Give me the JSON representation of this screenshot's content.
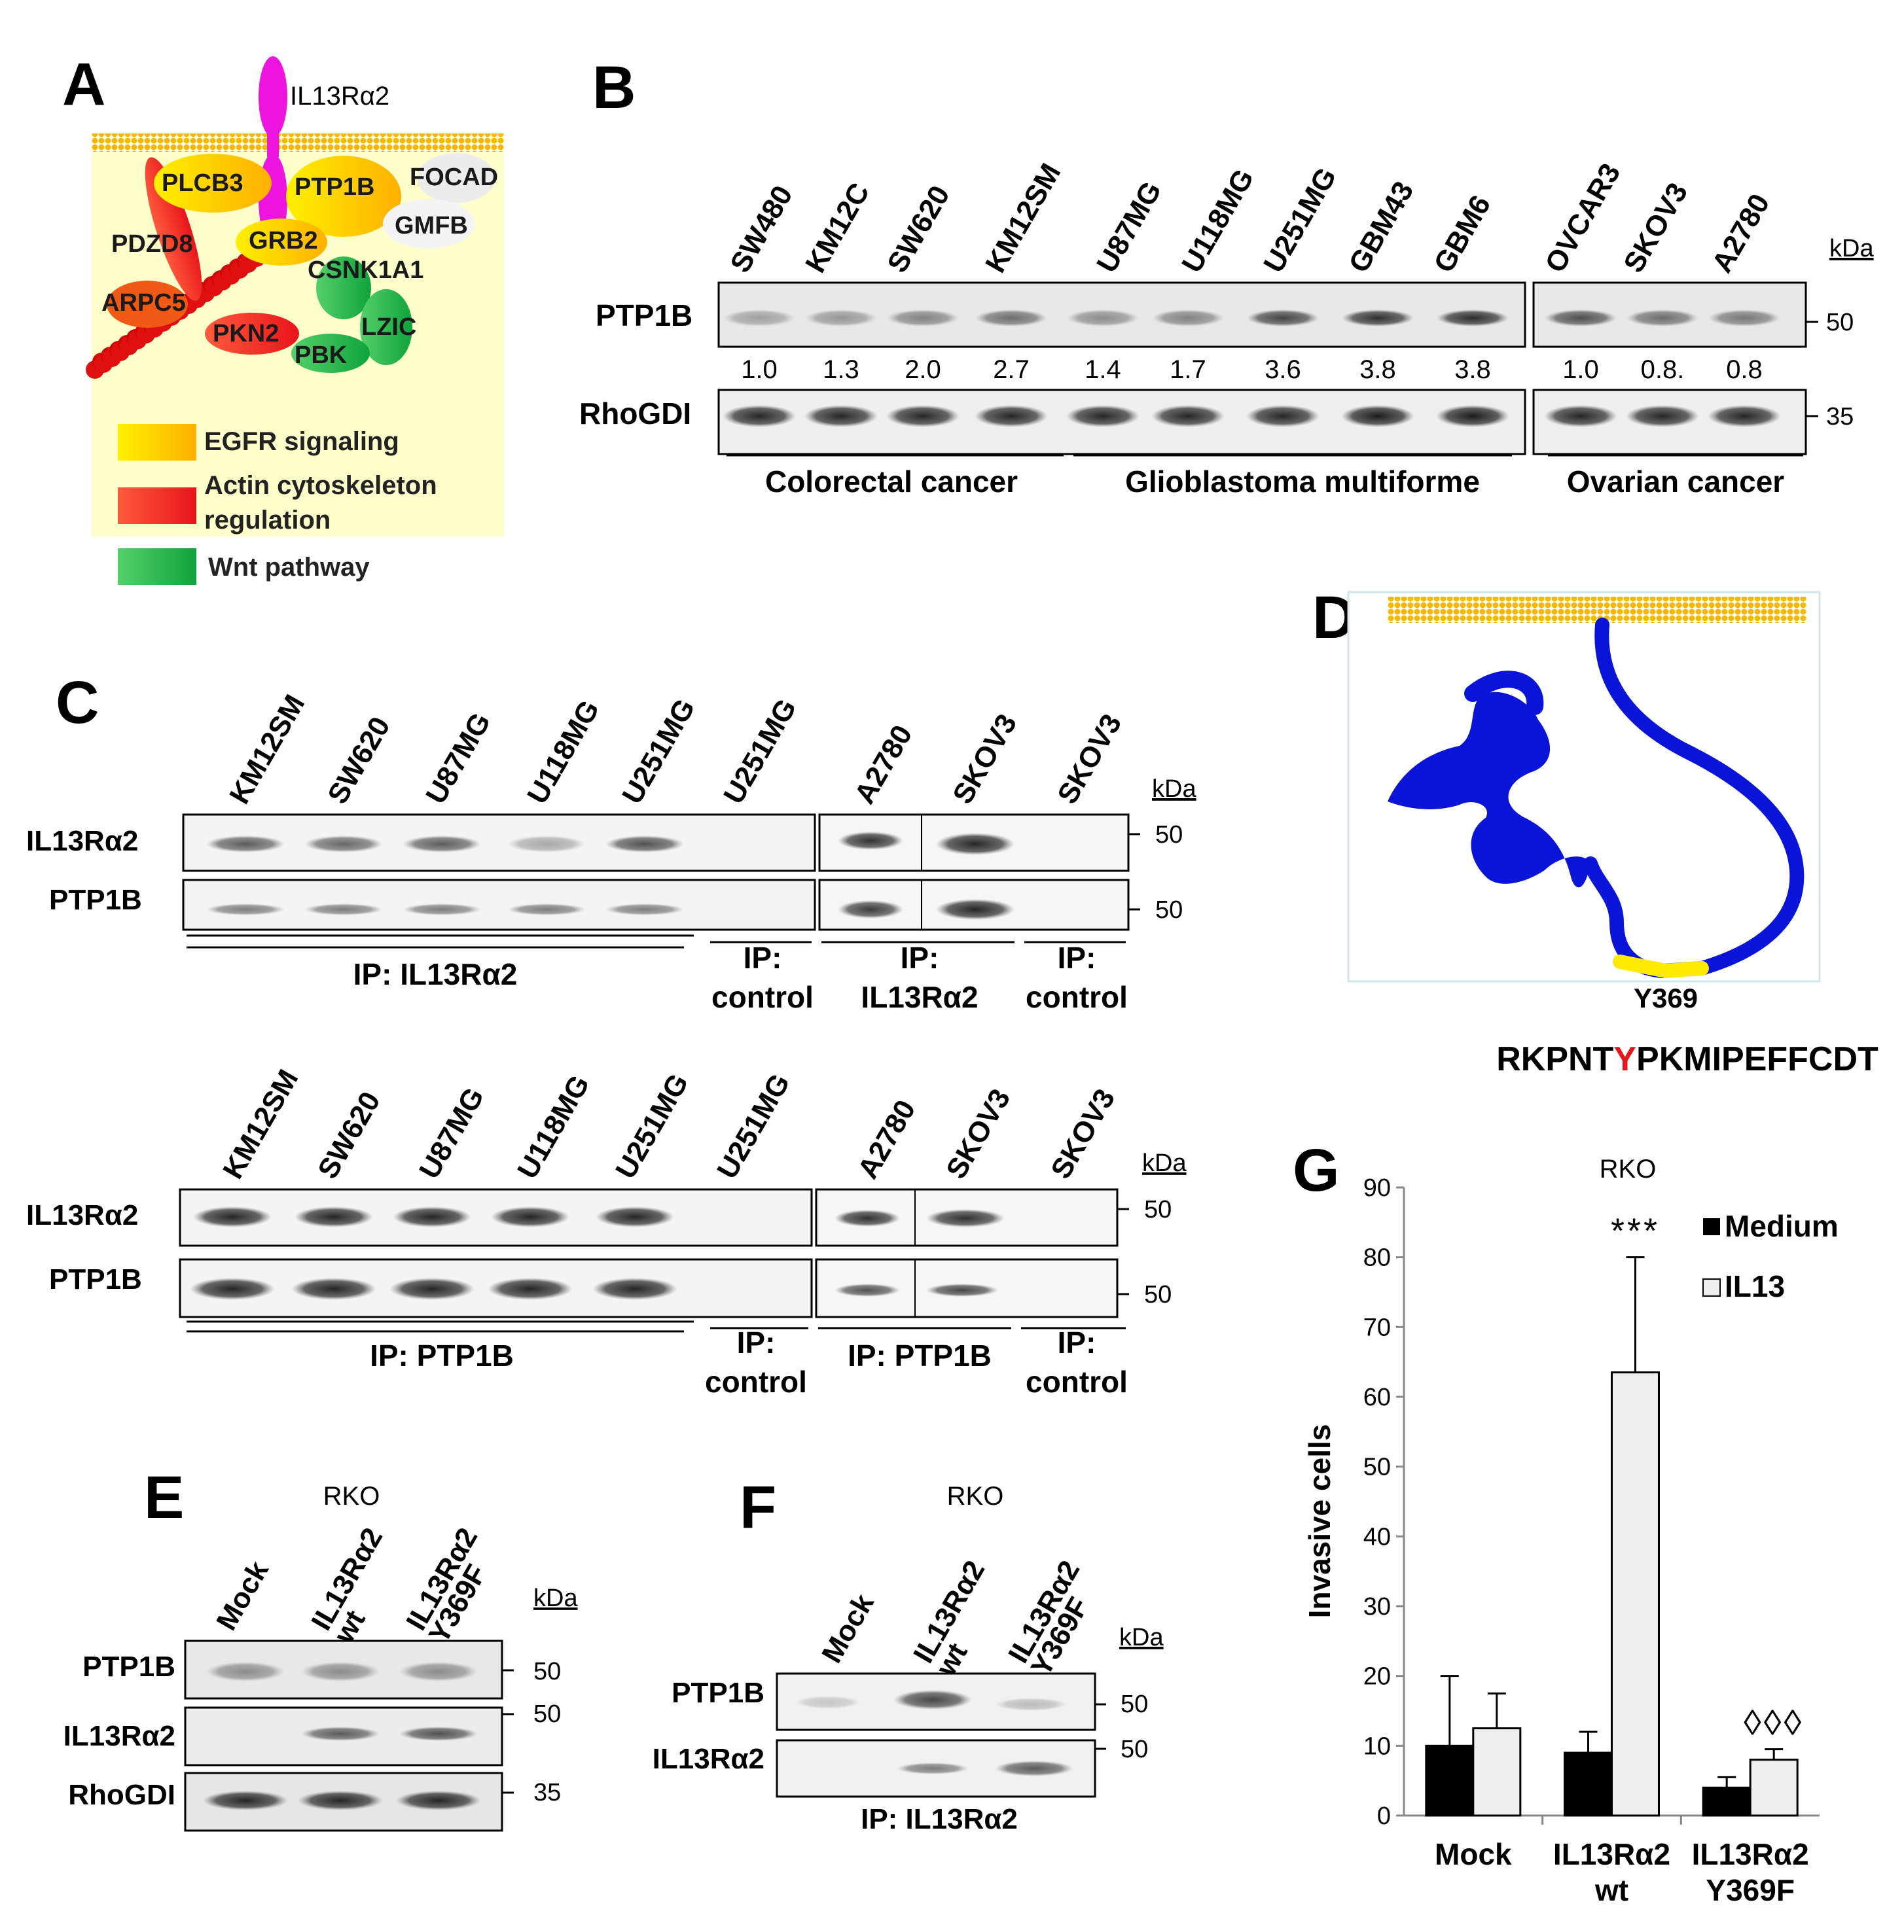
{
  "panels": {
    "A": {
      "letter": "A",
      "receptor": "IL13Rα2",
      "proteins": [
        "PLCB3",
        "PTP1B",
        "FOCAD",
        "GMFB",
        "PDZD8",
        "GRB2",
        "CSNK1A1",
        "ARPC5",
        "PKN2",
        "PBK",
        "LZIC"
      ],
      "legend": [
        {
          "label": "EGFR signaling",
          "color": "#ffd600"
        },
        {
          "label": "Actin cytoskeleton",
          "label2": "regulation",
          "color": "#f03a23"
        },
        {
          "label": "Wnt pathway",
          "color": "#1fb14c"
        }
      ]
    },
    "B": {
      "letter": "B",
      "lanes": [
        "SW480",
        "KM12C",
        "SW620",
        "KM12SM",
        "U87MG",
        "U118MG",
        "U251MG",
        "GBM43",
        "GBM6",
        "OVCAR3",
        "SKOV3",
        "A2780"
      ],
      "kda": "kDa",
      "rows": [
        {
          "label": "PTP1B",
          "marker": "50"
        },
        {
          "label": "RhoGDI",
          "marker": "35"
        }
      ],
      "quant": [
        "1.0",
        "1.3",
        "2.0",
        "2.7",
        "1.4",
        "1.7",
        "3.6",
        "3.8",
        "3.8",
        "1.0",
        "0.8.",
        "0.8"
      ],
      "groups": [
        "Colorectal cancer",
        "Glioblastoma multiforme",
        "Ovarian cancer"
      ]
    },
    "C": {
      "letter": "C",
      "top": {
        "lanes": [
          "KM12SM",
          "SW620",
          "U87MG",
          "U118MG",
          "U251MG",
          "U251MG",
          "A2780",
          "SKOV3",
          "SKOV3"
        ],
        "kda": "kDa",
        "rows": [
          {
            "label": "IL13Rα2",
            "marker": "50"
          },
          {
            "label": "PTP1B",
            "marker": "50"
          }
        ],
        "ip": [
          "IP: IL13Rα2",
          "IP:",
          "control",
          "IP:",
          "IL13Rα2",
          "IP:",
          "control"
        ]
      },
      "bottom": {
        "lanes": [
          "KM12SM",
          "SW620",
          "U87MG",
          "U118MG",
          "U251MG",
          "U251MG",
          "A2780",
          "SKOV3",
          "SKOV3"
        ],
        "kda": "kDa",
        "rows": [
          {
            "label": "IL13Rα2",
            "marker": "50"
          },
          {
            "label": "PTP1B",
            "marker": "50"
          }
        ],
        "ip": [
          "IP: PTP1B",
          "IP:",
          "control",
          "IP: PTP1B",
          "IP:",
          "control"
        ]
      }
    },
    "D": {
      "letter": "D",
      "residue": "Y369",
      "seq_before": "RKPNT",
      "seq_highlight": "Y",
      "seq_after": "PKMIPEFFCDT"
    },
    "E": {
      "letter": "E",
      "cell": "RKO",
      "lanes": [
        [
          "Mock"
        ],
        [
          "IL13Rα2",
          "wt"
        ],
        [
          "IL13Rα2",
          "Y369F"
        ]
      ],
      "kda": "kDa",
      "rows": [
        {
          "label": "PTP1B",
          "marker": "50"
        },
        {
          "label": "IL13Rα2",
          "marker": "50"
        },
        {
          "label": "RhoGDI",
          "marker": "35"
        }
      ]
    },
    "F": {
      "letter": "F",
      "cell": "RKO",
      "lanes": [
        [
          "Mock"
        ],
        [
          "IL13Rα2",
          "wt"
        ],
        [
          "IL13Rα2",
          "Y369F"
        ]
      ],
      "kda": "kDa",
      "rows": [
        {
          "label": "PTP1B",
          "marker": "50"
        },
        {
          "label": "IL13Rα2",
          "marker": "50"
        }
      ],
      "ip": "IP: IL13Rα2"
    }
  },
  "chart_data": {
    "type": "bar",
    "panel_letter": "G",
    "title": "RKO",
    "xlabel": "",
    "ylabel": "Invasive cells",
    "ylim": [
      0,
      90
    ],
    "yticks": [
      0,
      10,
      20,
      30,
      40,
      50,
      60,
      70,
      80,
      90
    ],
    "categories": [
      [
        "Mock"
      ],
      [
        "IL13Rα2",
        "wt"
      ],
      [
        "IL13Rα2",
        "Y369F"
      ]
    ],
    "series": [
      {
        "name": "Medium",
        "values": [
          10,
          9,
          4
        ],
        "errors": [
          10,
          3,
          1.5
        ],
        "color": "#000000"
      },
      {
        "name": "IL13",
        "values": [
          12.5,
          63.5,
          8
        ],
        "errors": [
          5,
          16.5,
          1.5
        ],
        "color": "#efefef"
      }
    ],
    "annotations": [
      {
        "text": "***",
        "category": 1,
        "series": 1
      },
      {
        "text": "◊◊◊",
        "category": 2,
        "series": 1
      }
    ],
    "legend_position": "top-right",
    "grid": false
  }
}
